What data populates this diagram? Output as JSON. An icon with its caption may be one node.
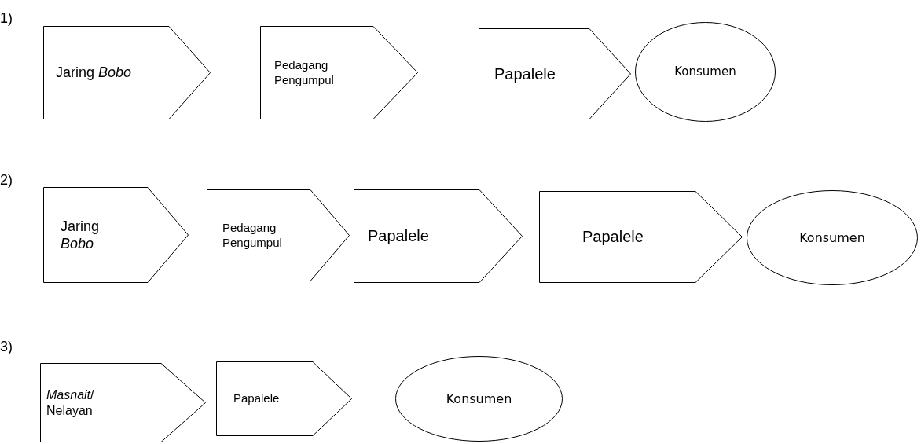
{
  "diagram": {
    "nodes": [
      {
        "text": [
          "Jaring *Bobo*"
        ]
      },
      {
        "text": [
          "Pedagang Pengumpul"
        ]
      },
      {
        "text": [
          "Papalele"
        ]
      },
      {
        "text": [
          "Konsumen"
        ]
      },
      {
        "text": [
          "Jaring *Bobo*"
        ]
      },
      {
        "text": [
          "Pedagang Pengumpul"
        ]
      },
      {
        "text": [
          "Papalele"
        ]
      },
      {
        "text": [
          "Papalele"
        ]
      },
      {
        "text": [
          "Konsumen"
        ]
      },
      {
        "text": [
          "*Masnait*/ Nelayan"
        ]
      },
      {
        "text": [
          "Papalele"
        ]
      },
      {
        "text": [
          "Konsumen"
        ]
      }
    ],
    "labels": [
      "1)",
      "2)",
      "3)"
    ]
  }
}
